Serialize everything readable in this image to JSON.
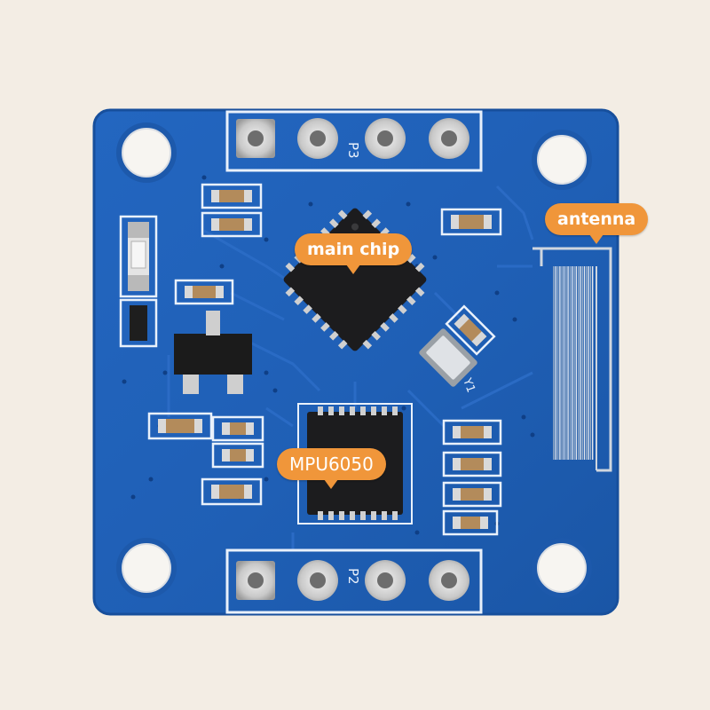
{
  "colors": {
    "background": "#f3ede4",
    "board": "#1f5fb5",
    "board_edge": "#174f9c",
    "silkscreen": "#e9f1fb",
    "callout": "#f0963a",
    "chip": "#1c1c1e"
  },
  "labels": {
    "main_chip": "main chip",
    "antenna": "antenna",
    "mpu": "MPU6050"
  },
  "silkscreen": {
    "top_header": "P3",
    "bottom_header": "P2",
    "crystal": "Y1"
  }
}
